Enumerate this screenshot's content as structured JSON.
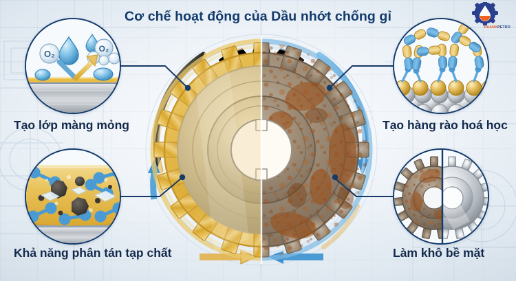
{
  "title": "Cơ chế hoạt động của Dầu nhớt chống gỉ",
  "brand": {
    "name_orange": "HAANH",
    "name_blue": "PETRO",
    "icon": "gear-droplet-logo-icon",
    "colors": {
      "orange": "#e8561f",
      "blue": "#1f3f86"
    }
  },
  "theme": {
    "background": "#e8eef4",
    "title_color": "#123a6b",
    "caption_color": "#13294b",
    "outline_blue": "#123a6b",
    "accent_gold": "#d6a52b",
    "accent_blue": "#3f92cf",
    "rust": "#a05a2c"
  },
  "center": {
    "name": "split-gear-illustration",
    "left_half": "protected-golden-gear",
    "right_half": "rusted-gear",
    "arrows": {
      "gold_label": "protection-flow-arrow",
      "blue_label": "corrosion-flow-arrow"
    }
  },
  "features": [
    {
      "id": "film",
      "position": "top-left",
      "caption": "Tạo lớp màng mỏng",
      "illustration": "thin-film-barrier-icon",
      "labels": [
        "O₂",
        "O₂"
      ]
    },
    {
      "id": "dispersion",
      "position": "bottom-left",
      "caption": "Khả năng phân tán tạp chất",
      "illustration": "contaminant-dispersion-icon",
      "labels": []
    },
    {
      "id": "chemical-barrier",
      "position": "top-right",
      "caption": "Tạo hàng rào hoá học",
      "illustration": "chemical-barrier-molecules-icon",
      "labels": []
    },
    {
      "id": "dry-surface",
      "position": "bottom-right",
      "caption": "Làm khô bề mặt",
      "illustration": "rusty-vs-clean-gear-icon",
      "labels": []
    }
  ]
}
